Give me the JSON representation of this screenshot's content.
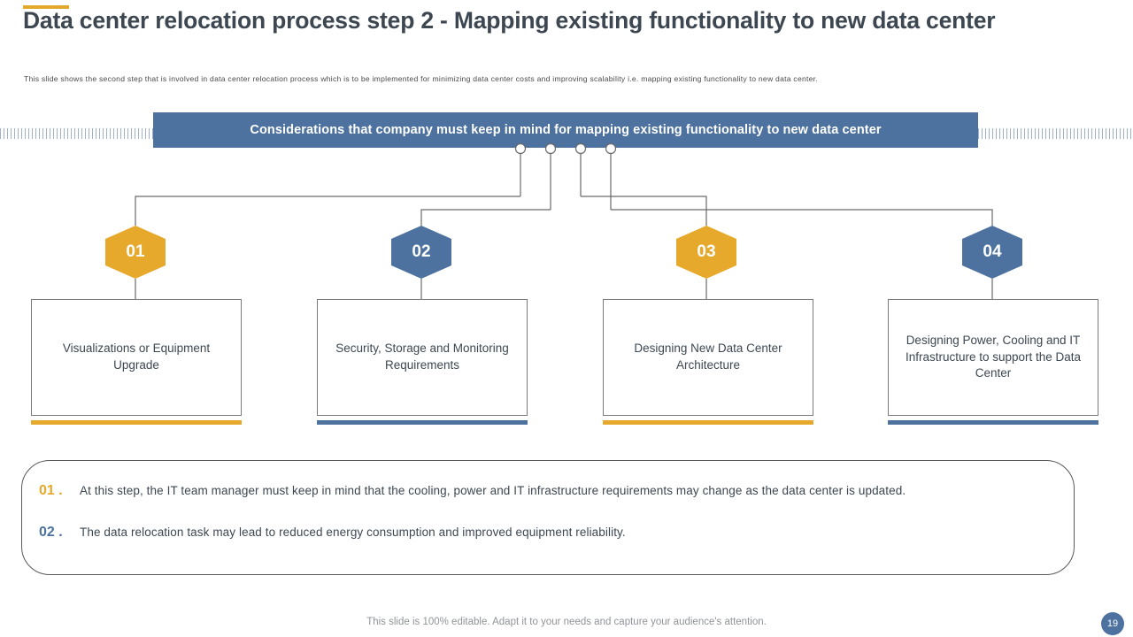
{
  "header": {
    "title": "Data center relocation process step 2 - Mapping existing functionality to new data center",
    "subtitle": "This slide shows the second step that is involved in data center relocation process which is to be implemented for minimizing data center costs and improving scalability i.e. mapping existing functionality to new data center.",
    "accent_color": "#e3a92a"
  },
  "banner": {
    "text": "Considerations that company must keep in mind for mapping existing functionality to new data center",
    "background_color": "#4d729f",
    "text_color": "#ffffff"
  },
  "steps": [
    {
      "number": "01",
      "badge_color": "#e6a92b",
      "underline_color": "#e6a92b",
      "text": "Visualizations or Equipment Upgrade"
    },
    {
      "number": "02",
      "badge_color": "#4d729f",
      "underline_color": "#4d729f",
      "text": "Security, Storage and Monitoring Requirements"
    },
    {
      "number": "03",
      "badge_color": "#e6a92b",
      "underline_color": "#e6a92b",
      "text": "Designing New Data Center Architecture"
    },
    {
      "number": "04",
      "badge_color": "#4d729f",
      "underline_color": "#4d729f",
      "text": "Designing Power, Cooling and IT Infrastructure to support the Data Center"
    }
  ],
  "notes": [
    {
      "number": "01 .",
      "number_color": "#e6a92b",
      "text": "At this step, the IT team manager must keep in mind that the cooling, power and IT infrastructure requirements may change as the data center is updated."
    },
    {
      "number": "02 .",
      "number_color": "#4d729f",
      "text": "The data relocation task may lead to reduced energy consumption and improved equipment reliability."
    }
  ],
  "footer": {
    "note": "This slide is 100% editable. Adapt it to your needs and capture your audience's attention.",
    "page_number": "19"
  }
}
